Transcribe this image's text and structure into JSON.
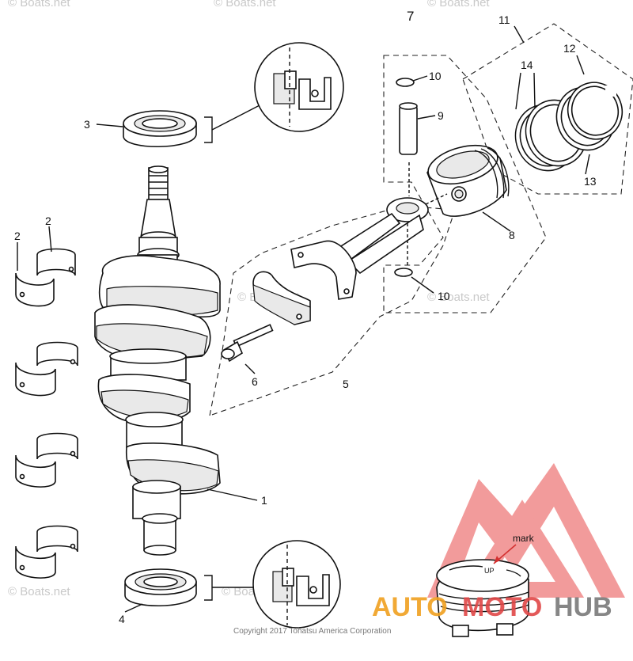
{
  "callouts": {
    "c1": "1",
    "c2a": "2",
    "c2b": "2",
    "c3": "3",
    "c4": "4",
    "c5": "5",
    "c6": "6",
    "c7": "7",
    "c8": "8",
    "c9": "9",
    "c10a": "10",
    "c10b": "10",
    "c11": "11",
    "c12": "12",
    "c13": "13",
    "c14": "14"
  },
  "inset": {
    "mark_label": "mark",
    "piston_label": "UP"
  },
  "watermarks": {
    "wm1": "© Boats.net",
    "wm2": "© Boats.net",
    "wm3": "© Boats.net",
    "wm4": "© Boats.net",
    "wm5": "© Boats.net",
    "wm6": "© Boats.net",
    "wm7": "© Boats.net"
  },
  "copyright": "Copyright 2017 Tohatsu America Corporation",
  "brand": {
    "auto": "AUTO",
    "moto": "MOTO",
    "hub": "HUB"
  },
  "colors": {
    "brand_red": "#e04848",
    "brand_orange": "#f0a020",
    "brand_gray": "#7a7a7a"
  }
}
